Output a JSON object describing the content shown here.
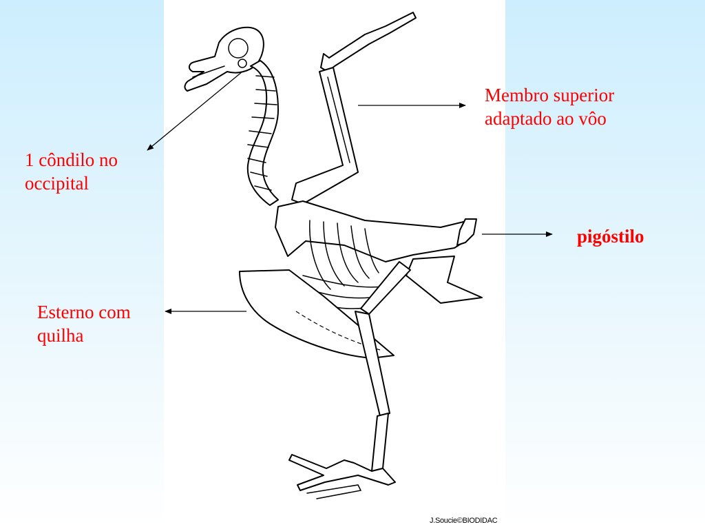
{
  "labels": {
    "condilo": "1 côndilo no\noccipital",
    "membro": "Membro superior\nadaptado ao vôo",
    "pigostilo": "pigóstilo",
    "esterno": "Esterno com\nquilha"
  },
  "credit": "J.Soucie©BIODIDAC",
  "colors": {
    "label_text": "#ff0000",
    "background_top": "#cdeefe",
    "background_bottom": "#ffffff"
  }
}
